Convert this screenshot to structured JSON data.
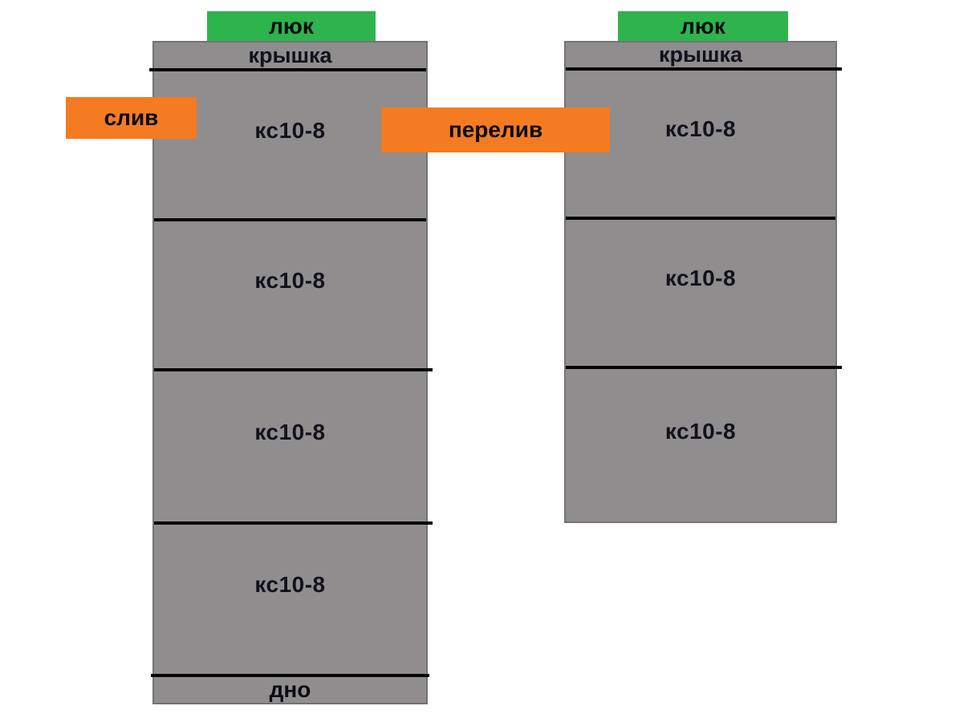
{
  "diagram": {
    "title_meaning": "septic-tank-ring-stacks",
    "colors": {
      "ring_gray": "#8f8d8d",
      "ring_border_gray": "#747272",
      "hatch_green": "#2db44c",
      "pipe_orange": "#f47b21",
      "joint_line_black": "#040404",
      "background": "#ffffff"
    },
    "left_assembly": {
      "hatch_label": "люк",
      "cover_label": "крышка",
      "rings": [
        {
          "label": "кс10-8"
        },
        {
          "label": "кс10-8"
        },
        {
          "label": "кс10-8"
        },
        {
          "label": "кс10-8"
        }
      ],
      "bottom_label": "дно"
    },
    "right_assembly": {
      "hatch_label": "люк",
      "cover_label": "крышка",
      "rings": [
        {
          "label": "кс10-8"
        },
        {
          "label": "кс10-8"
        },
        {
          "label": "кс10-8"
        }
      ]
    },
    "badges": {
      "drain_label": "слив",
      "overflow_label": "перелив"
    }
  }
}
